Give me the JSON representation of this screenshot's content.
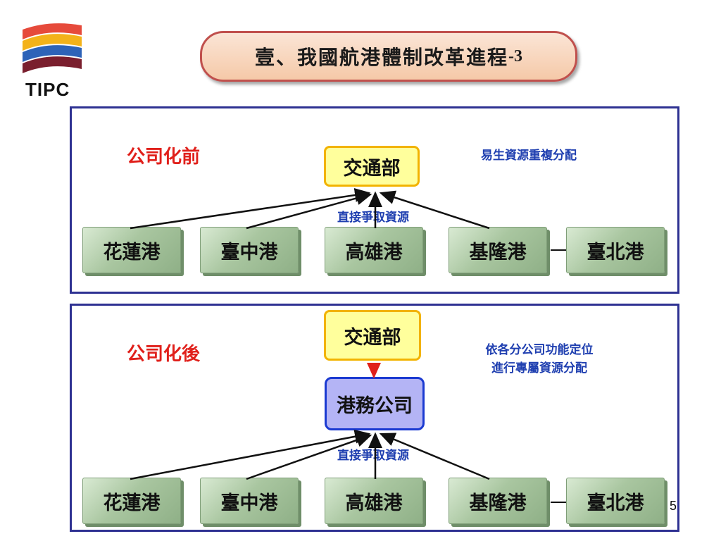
{
  "logo": {
    "text": "TIPC"
  },
  "title": {
    "main": "壹、我國航港體制改革進程",
    "suffix": "-3"
  },
  "before": {
    "label": "公司化前",
    "ministry": "交通部",
    "note": "易生資源重複分配",
    "arrow_label": "直接爭取資源",
    "ports": [
      "花蓮港",
      "臺中港",
      "高雄港",
      "基隆港",
      "臺北港"
    ]
  },
  "after": {
    "label": "公司化後",
    "ministry": "交通部",
    "company": "港務公司",
    "note_line1": "依各分公司功能定位",
    "note_line2": "進行專屬資源分配",
    "arrow_label": "直接爭取資源",
    "ports": [
      "花蓮港",
      "臺中港",
      "高雄港",
      "基隆港",
      "臺北港"
    ]
  },
  "page_number": "5",
  "colors": {
    "panel_border": "#2e3192",
    "phase_label": "#e0201b",
    "note_text": "#1f3fb0",
    "ministry_fill": "#ffff9c",
    "company_fill": "#b4b4f5",
    "port_fill": "#a9c6a0"
  }
}
